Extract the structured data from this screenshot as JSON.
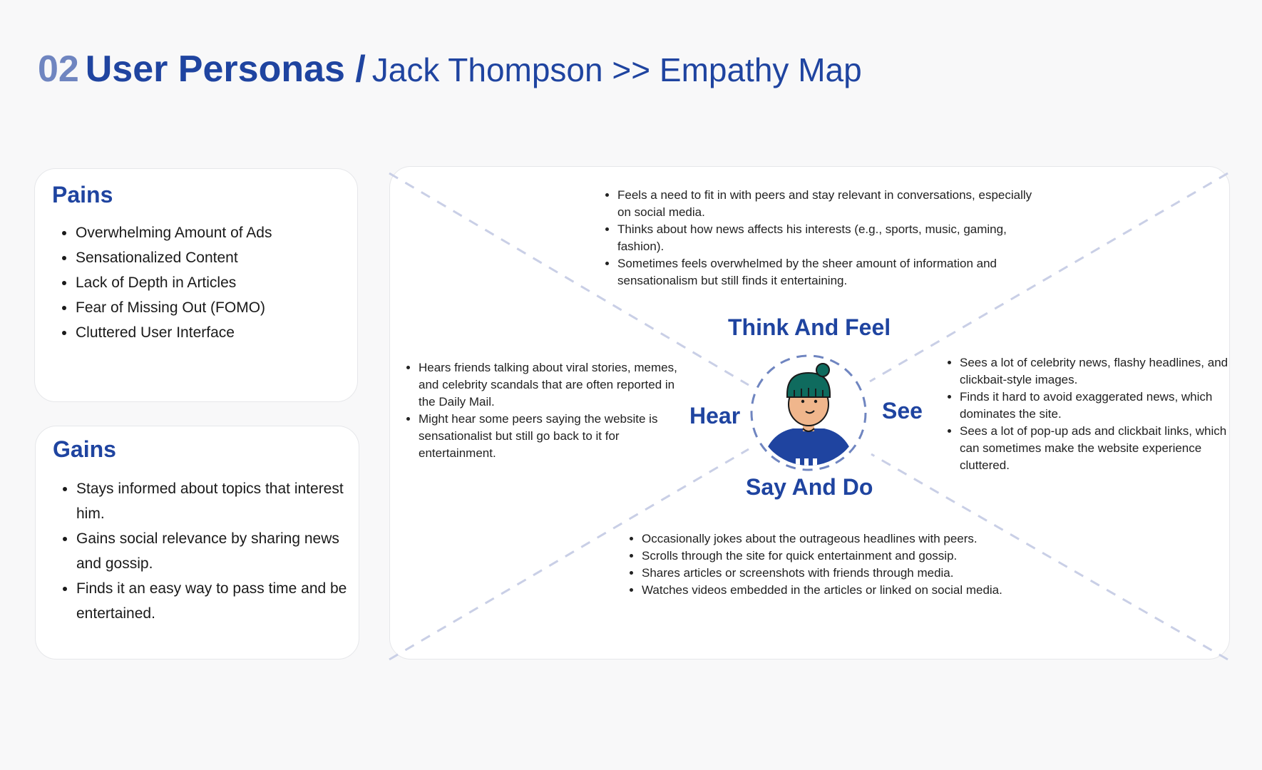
{
  "header": {
    "number": "02",
    "section": "User Personas /",
    "subtitle": "Jack Thompson >> Empathy Map"
  },
  "pains": {
    "title": "Pains",
    "items": [
      "Overwhelming Amount of Ads",
      "Sensationalized Content",
      "Lack of Depth in Articles",
      "Fear of Missing Out (FOMO)",
      "Cluttered User Interface"
    ]
  },
  "gains": {
    "title": "Gains",
    "items": [
      "Stays informed about topics that interest him.",
      "Gains social relevance by sharing news and gossip.",
      "Finds it an easy way to pass time and be entertained."
    ]
  },
  "empathy_map": {
    "think_feel": {
      "label": "Think And Feel",
      "items": [
        "Feels a need to fit in with peers and stay relevant in conversations, especially on social media.",
        "Thinks about how news affects his interests (e.g., sports, music, gaming, fashion).",
        "Sometimes feels overwhelmed by the sheer amount of information and sensationalism but still finds it entertaining."
      ]
    },
    "hear": {
      "label": "Hear",
      "items": [
        "Hears friends talking about viral stories, memes, and celebrity scandals that are often reported in the Daily Mail.",
        "Might hear some peers saying the website is sensationalist but still go back to it for entertainment."
      ]
    },
    "see": {
      "label": "See",
      "items": [
        "Sees a lot of celebrity news, flashy headlines, and clickbait-style images.",
        "Finds it hard to avoid exaggerated news, which dominates the site.",
        "Sees a lot of pop-up ads and clickbait links, which can sometimes make the website experience cluttered."
      ]
    },
    "say_do": {
      "label": "Say And Do",
      "items": [
        "Occasionally jokes about the outrageous headlines with peers.",
        "Scrolls through the site for quick entertainment and gossip.",
        "Shares articles or screenshots with friends through media.",
        "Watches videos embedded in the articles or linked on social media."
      ]
    },
    "avatar": "persona-avatar-icon"
  },
  "colors": {
    "primary": "#1f44a0",
    "number": "#6f85c0",
    "divider": "#c9cfe6",
    "beanie": "#0f6b5e",
    "sweater": "#1f44a0",
    "skin": "#f0b68c"
  }
}
